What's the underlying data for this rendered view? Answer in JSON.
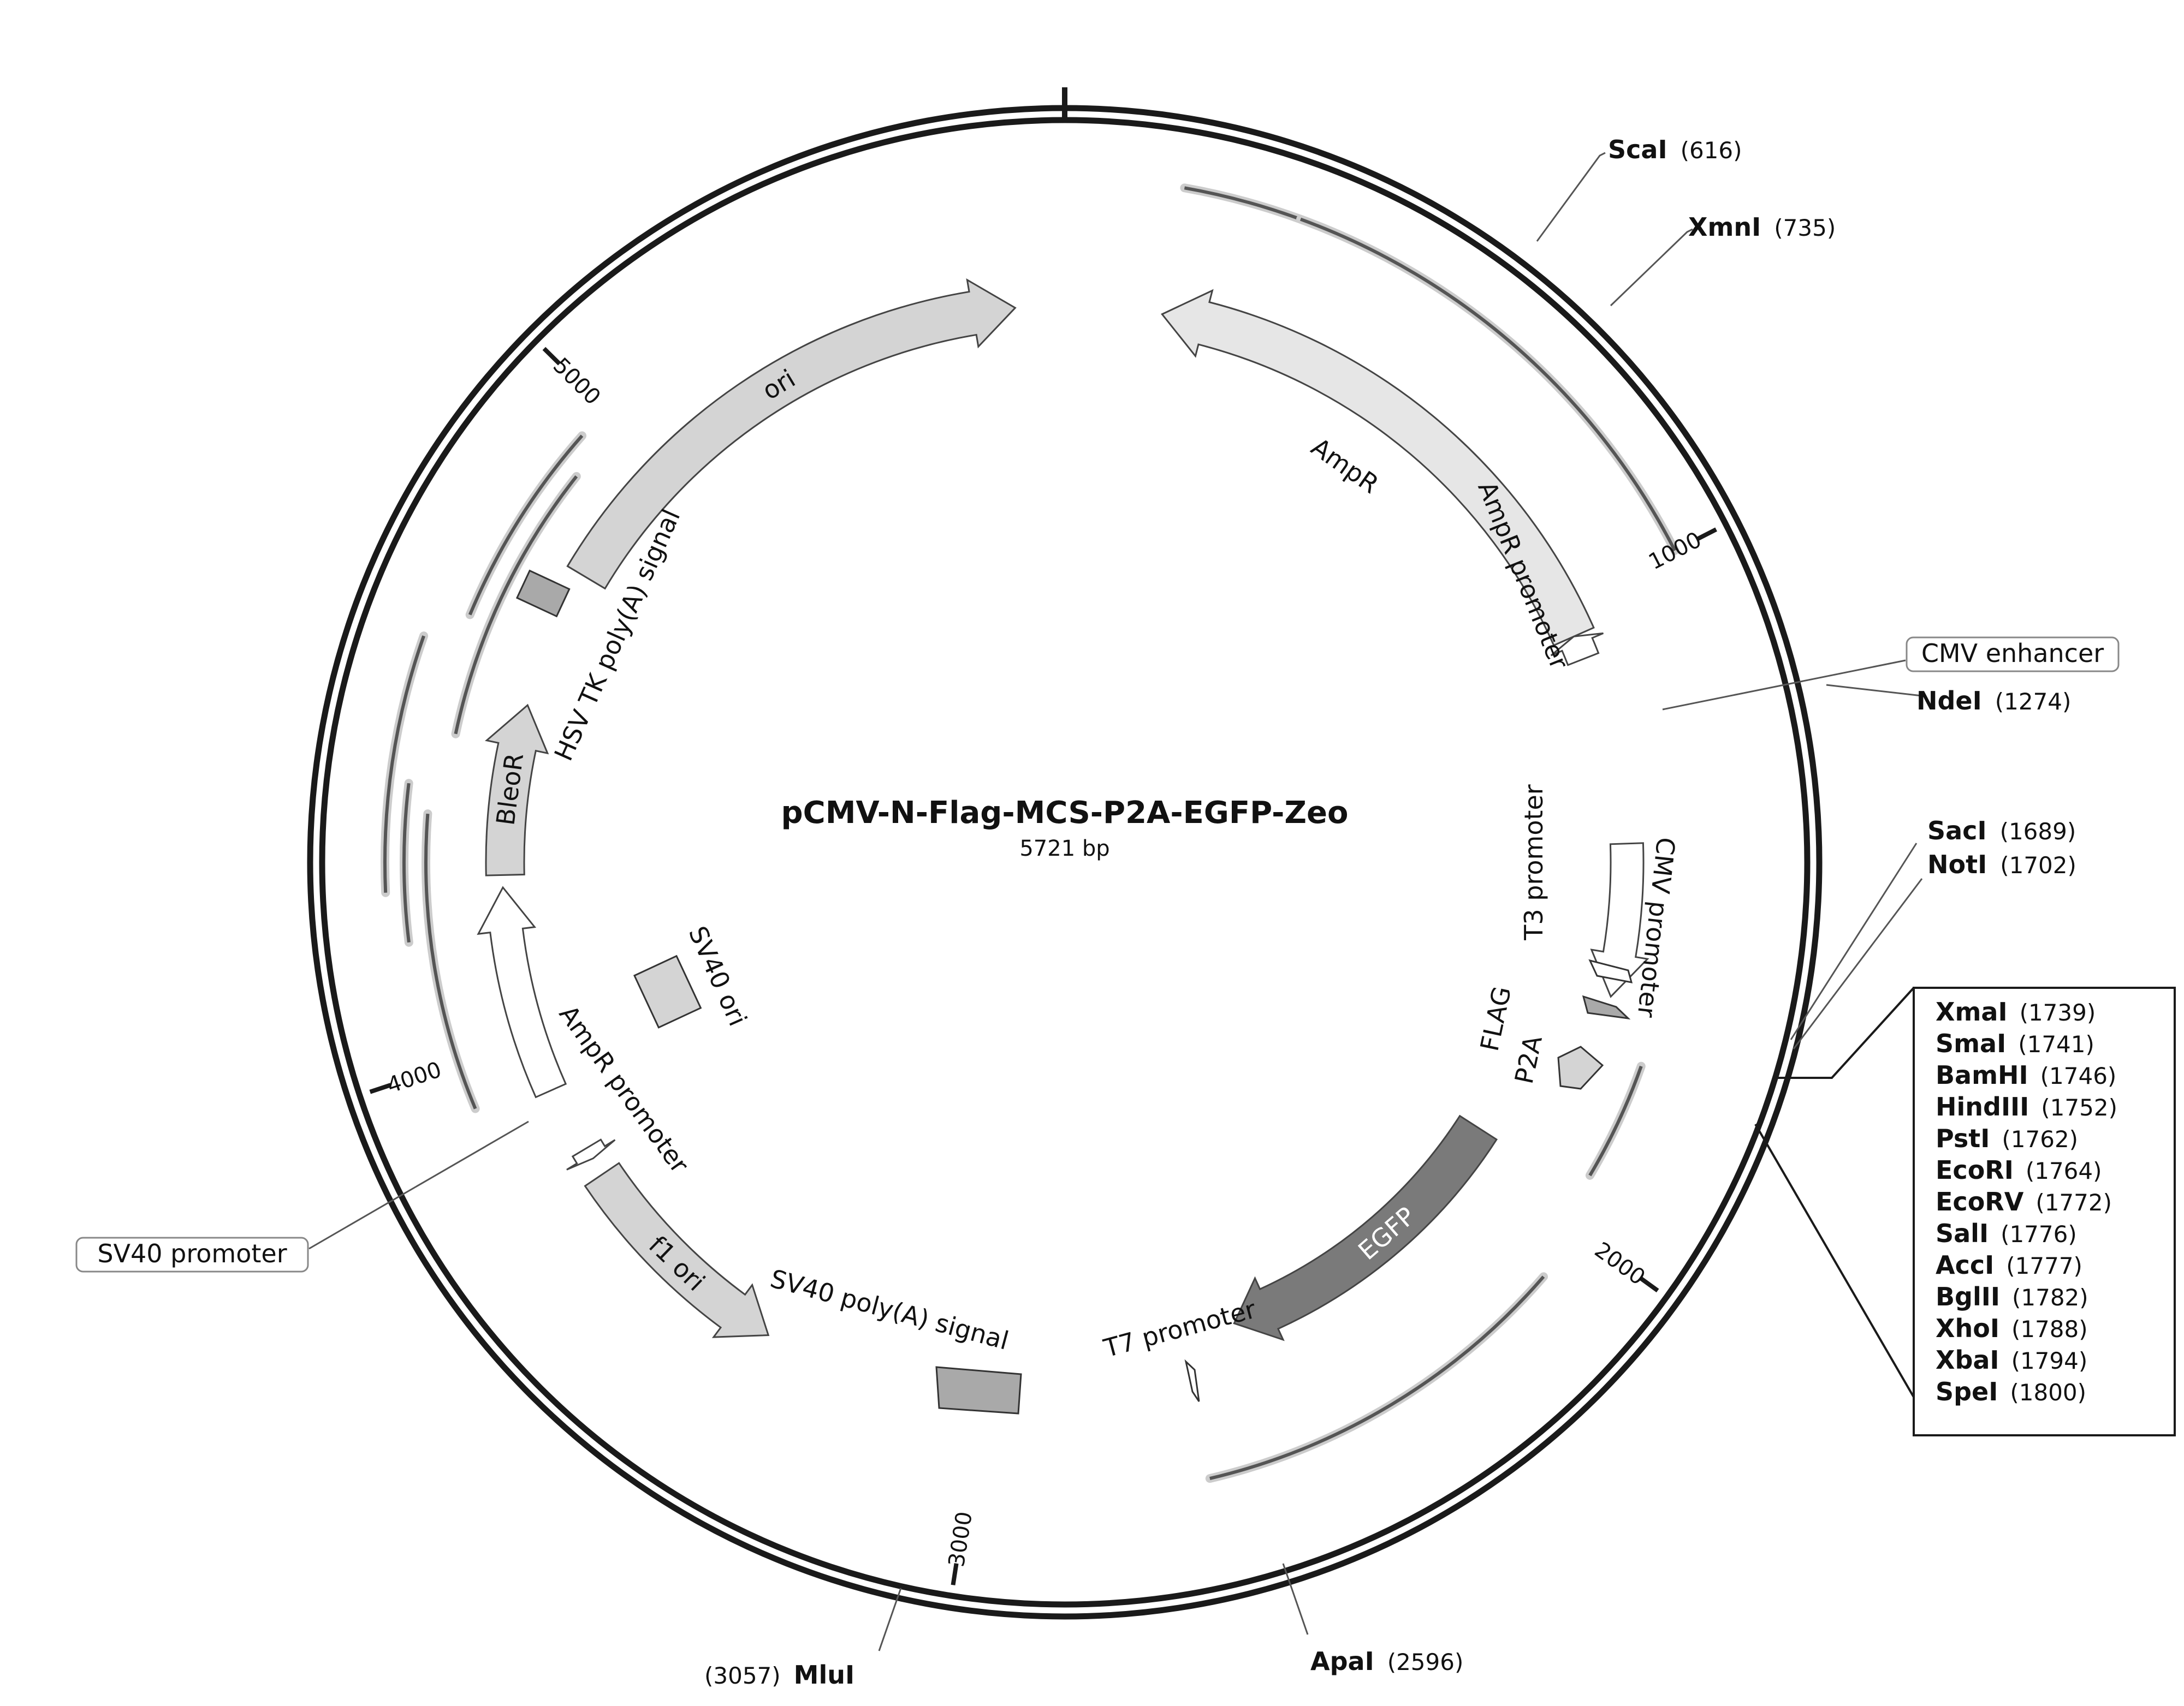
{
  "map": {
    "title": "pCMV-N-Flag-MCS-P2A-EGFP-Zeo",
    "length_label": "5721 bp",
    "length": 5721,
    "colors": {
      "backbone": "#1a1a1a",
      "dark": "#7a7a7a",
      "medium": "#a9a9a9",
      "light": "#d4d4d4",
      "lighter": "#e6e6e6",
      "white": "#ffffff",
      "line": "#333333"
    },
    "ticks": [
      {
        "pos": 1000,
        "label": "1000"
      },
      {
        "pos": 2000,
        "label": "2000"
      },
      {
        "pos": 3000,
        "label": "3000"
      },
      {
        "pos": 4000,
        "label": "4000"
      },
      {
        "pos": 5000,
        "label": "5000"
      }
    ],
    "features": [
      {
        "name": "AmpR",
        "label": "AmpR",
        "from": 1050,
        "to": 160,
        "fill": "#e6e6e6"
      },
      {
        "name": "ori",
        "label": "ori",
        "from": 4780,
        "to": 5640,
        "fill": "#d4d4d4"
      },
      {
        "name": "egfp",
        "label": "EGFP",
        "from": 1950,
        "to": 2540,
        "fill": "#7a7a7a"
      },
      {
        "name": "cmv-promoter",
        "label": "CMV promoter",
        "from": 1400,
        "to": 1650,
        "fill": "#ffffff"
      },
      {
        "name": "bleor",
        "label": "BleoR",
        "from": 4270,
        "to": 4550,
        "fill": "#d4d4d4"
      },
      {
        "name": "f1-ori",
        "label": "f1 ori",
        "from": 3750,
        "to": 3370,
        "fill": "#d4d4d4"
      },
      {
        "name": "sv40-promoter-arrow",
        "label": "",
        "from": 3910,
        "to": 4250,
        "fill": "#ffffff"
      },
      {
        "name": "ampr-promoter-arrow-right",
        "label": "",
        "from": 1090,
        "to": 1050,
        "fill": "#ffffff"
      },
      {
        "name": "ampr-promoter-arrow-left",
        "label": "",
        "from": 3800,
        "to": 3780,
        "fill": "#ffffff"
      }
    ],
    "feature_labels": [
      {
        "name": "ampr-promoter-label-right",
        "text": "AmpR promoter"
      },
      {
        "name": "ampr-promoter-label-left",
        "text": "AmpR promoter"
      },
      {
        "name": "hsv-tk-label",
        "text": "HSV TK poly(A) signal"
      },
      {
        "name": "sv40-ori-label",
        "text": "SV40 ori"
      },
      {
        "name": "sv40-polya-label",
        "text": "SV40 poly(A) signal"
      },
      {
        "name": "t3-promoter-label",
        "text": "T3 promoter"
      },
      {
        "name": "flag-label",
        "text": "FLAG"
      },
      {
        "name": "p2a-label",
        "text": "P2A"
      },
      {
        "name": "t7-promoter-label",
        "text": "T7 promoter"
      },
      {
        "name": "cmv-enhancer-label",
        "text": "CMV enhancer"
      },
      {
        "name": "sv40-promoter-label",
        "text": "SV40 promoter"
      }
    ],
    "orfs": [
      {
        "from": 160,
        "to": 550
      },
      {
        "from": 320,
        "to": 1000
      },
      {
        "from": 1740,
        "to": 1920
      },
      {
        "from": 2080,
        "to": 2650
      },
      {
        "from": 3930,
        "to": 4360
      },
      {
        "from": 4180,
        "to": 4400
      },
      {
        "from": 4250,
        "to": 4600
      },
      {
        "from": 4480,
        "to": 4900
      },
      {
        "from": 4650,
        "to": 4950
      }
    ],
    "sites": [
      {
        "name": "ScaI",
        "pos": "(616)"
      },
      {
        "name": "XmnI",
        "pos": "(735)"
      },
      {
        "name": "NdeI",
        "pos": "(1274)"
      },
      {
        "name": "SacI",
        "pos": "(1689)"
      },
      {
        "name": "NotI",
        "pos": "(1702)"
      },
      {
        "name": "ApaI",
        "pos": "(2596)"
      },
      {
        "name": "MluI",
        "pos": "(3057)"
      }
    ],
    "mcs_sites": [
      {
        "name": "XmaI",
        "pos": "(1739)"
      },
      {
        "name": "SmaI",
        "pos": "(1741)"
      },
      {
        "name": "BamHI",
        "pos": "(1746)"
      },
      {
        "name": "HindIII",
        "pos": "(1752)"
      },
      {
        "name": "PstI",
        "pos": "(1762)"
      },
      {
        "name": "EcoRI",
        "pos": "(1764)"
      },
      {
        "name": "EcoRV",
        "pos": "(1772)"
      },
      {
        "name": "SalI",
        "pos": "(1776)"
      },
      {
        "name": "AccI",
        "pos": "(1777)"
      },
      {
        "name": "BglII",
        "pos": "(1782)"
      },
      {
        "name": "XhoI",
        "pos": "(1788)"
      },
      {
        "name": "XbaI",
        "pos": "(1794)"
      },
      {
        "name": "SpeI",
        "pos": "(1800)"
      }
    ]
  }
}
